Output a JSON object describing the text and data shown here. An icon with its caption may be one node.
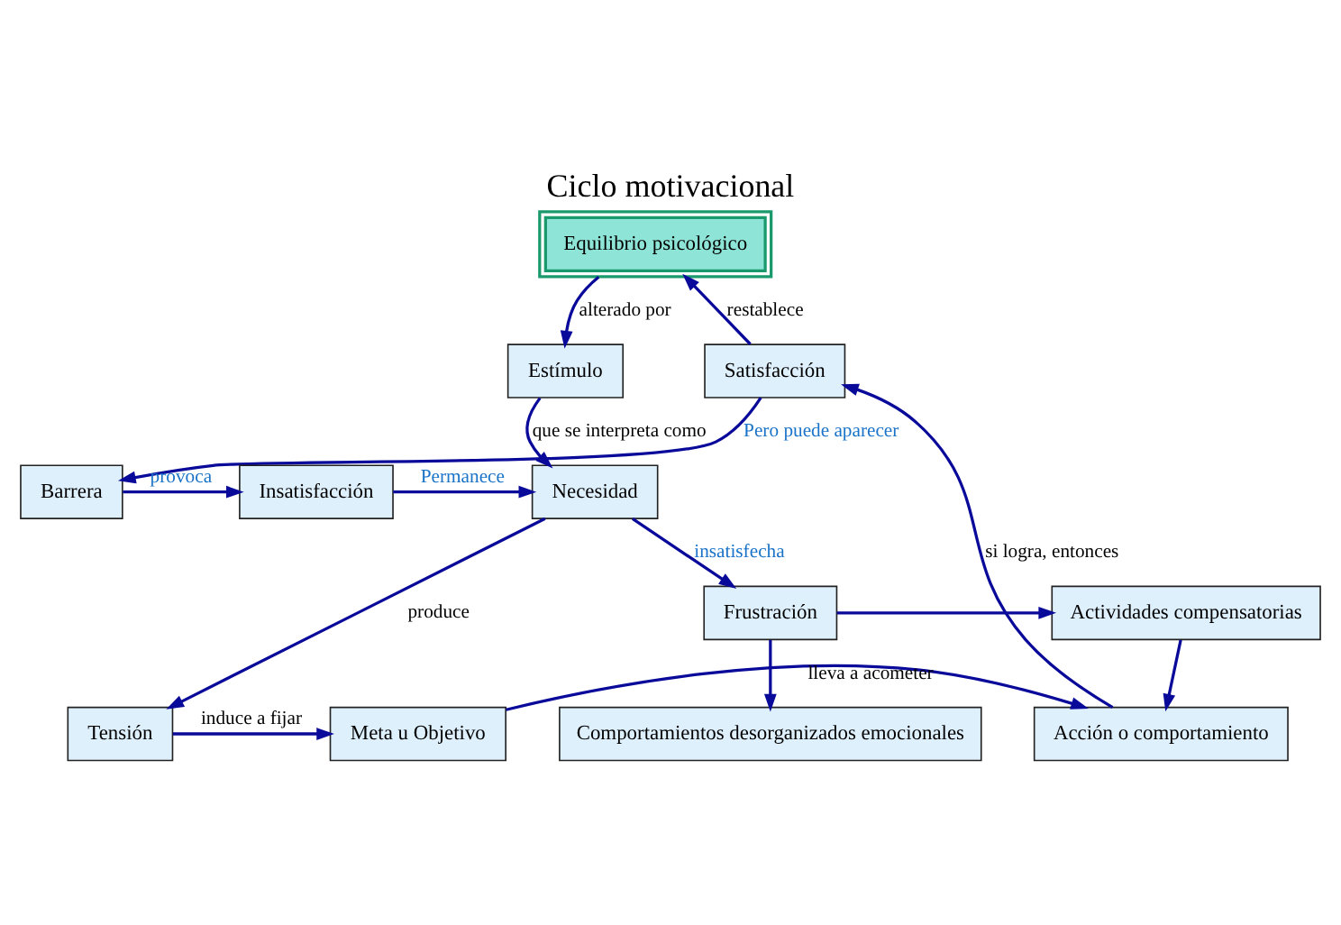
{
  "diagram": {
    "title": "Ciclo motivacional",
    "nodes": [
      {
        "text": [
          "Equilibrio psicológico"
        ]
      },
      {
        "text": [
          "Estímulo"
        ]
      },
      {
        "text": [
          "Satisfacción"
        ]
      },
      {
        "text": [
          "Barrera"
        ]
      },
      {
        "text": [
          "Insatisfacción"
        ]
      },
      {
        "text": [
          "Necesidad"
        ]
      },
      {
        "text": [
          "Acción o comportamiento"
        ]
      },
      {
        "text": [
          "Meta u Objetivo"
        ]
      },
      {
        "text": [
          "Tensión"
        ]
      },
      {
        "text": [
          "Actividades compensatorias"
        ]
      },
      {
        "text": [
          "Frustración"
        ]
      },
      {
        "text": [
          "Comportamientos desorganizados emocionales"
        ]
      }
    ],
    "edges": [
      {
        "from": 0,
        "to": 1,
        "arrow": "to",
        "label": "alterado por"
      },
      {
        "from": 1,
        "to": 5,
        "arrow": "to",
        "label": "que se interpreta como"
      },
      {
        "from": 2,
        "to": 0,
        "arrow": "to",
        "label": "restablece"
      },
      {
        "from": 2,
        "to": 3,
        "arrow": "to",
        "label": "Pero puede aparecer"
      },
      {
        "from": 3,
        "to": 4,
        "arrow": "to",
        "label": "provoca"
      },
      {
        "from": 4,
        "to": 5,
        "arrow": "to",
        "label": "Permanece"
      },
      {
        "from": 5,
        "to": 8,
        "arrow": "to",
        "label": "produce"
      },
      {
        "from": 5,
        "to": 10,
        "arrow": "to",
        "label": "insatisfecha"
      },
      {
        "from": 8,
        "to": 7,
        "arrow": "to",
        "label": "induce a fijar"
      },
      {
        "from": 7,
        "to": 6,
        "arrow": "to",
        "label": "lleva a acometer"
      },
      {
        "from": 6,
        "to": 2,
        "arrow": "to",
        "label": "si logra, entonces"
      },
      {
        "from": 10,
        "to": 9,
        "arrow": "to"
      },
      {
        "from": 9,
        "to": 6,
        "arrow": "to"
      },
      {
        "from": 10,
        "to": 11,
        "arrow": "to"
      }
    ]
  }
}
